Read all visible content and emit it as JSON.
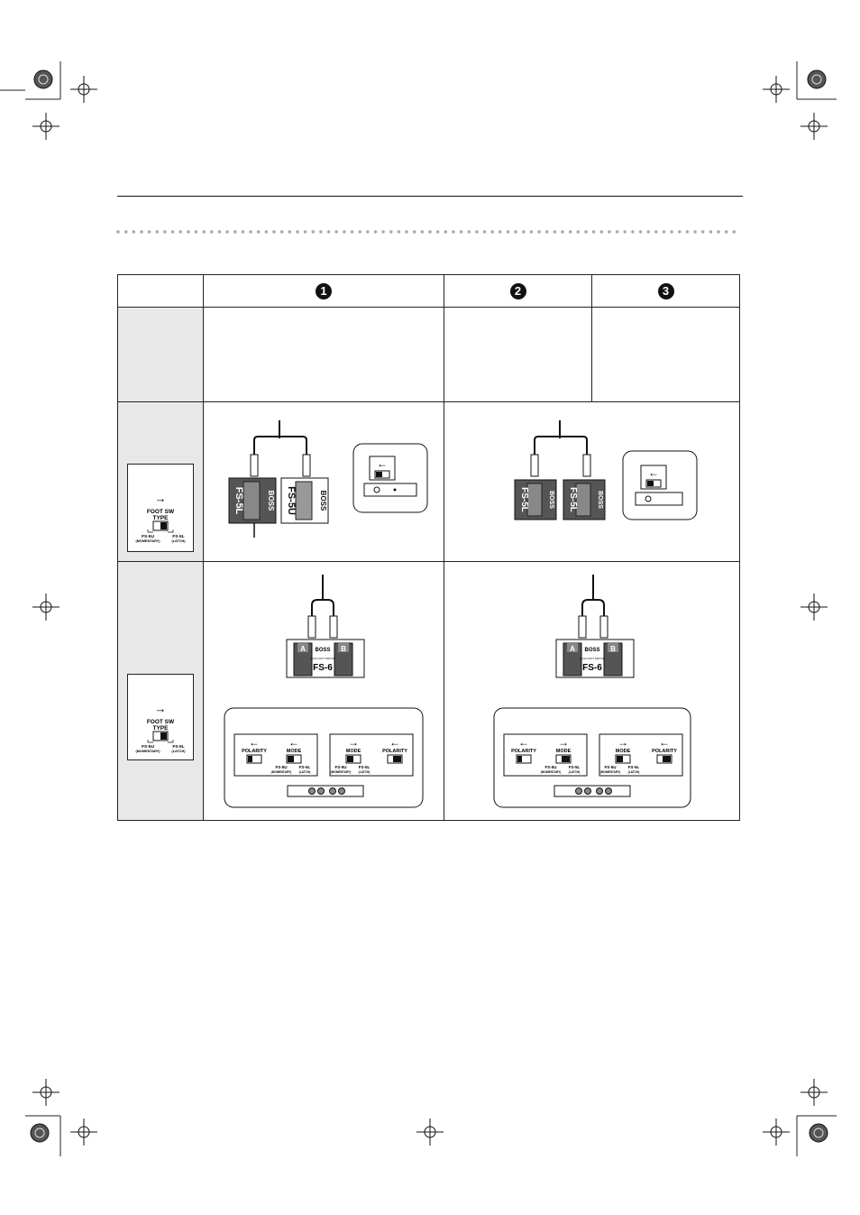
{
  "columns": [
    {
      "number": "1"
    },
    {
      "number": "2"
    },
    {
      "number": "3"
    }
  ],
  "panel": {
    "arrow": "→",
    "title_line1": "FOOT SW",
    "title_line2": "TYPE",
    "left_model": "FS-5U",
    "left_mode": "(MOMENTARY)",
    "right_model": "FS-5L",
    "right_mode": "(LATCH)"
  },
  "row2": {
    "pedal_left_1": "FS-5L",
    "pedal_left_2": "FS-5U",
    "pedal_right_1": "FS-5L",
    "pedal_right_2": "FS-5L",
    "brand": "BOSS",
    "switch_arrow": "←"
  },
  "row3": {
    "fs6_model": "FS-6",
    "fs6_brand": "BOSS",
    "fs6_a": "A",
    "fs6_b": "B",
    "fs6_sub": "DUAL FOOT SWITCH",
    "left": {
      "box1": {
        "arrow1": "←",
        "label1": "POLARITY",
        "arrow2": "←",
        "label2": "MODE",
        "sub1": "FS-5U",
        "sub1b": "(MOMENTARY)",
        "sub2": "FS-5L",
        "sub2b": "(LATCH)"
      },
      "box2": {
        "arrow1": "→",
        "label1": "MODE",
        "arrow2": "←",
        "label2": "POLARITY",
        "sub1": "FS-5U",
        "sub1b": "(MOMENTARY)",
        "sub2": "FS-5L",
        "sub2b": "(LATCH)"
      }
    },
    "right": {
      "box1": {
        "arrow1": "←",
        "label1": "POLARITY",
        "arrow2": "→",
        "label2": "MODE",
        "sub1": "FS-5U",
        "sub1b": "(MOMENTARY)",
        "sub2": "FS-5L",
        "sub2b": "(LATCH)"
      },
      "box2": {
        "arrow1": "→",
        "label1": "MODE",
        "arrow2": "←",
        "label2": "POLARITY",
        "sub1": "FS-5U",
        "sub1b": "(MOMENTARY)",
        "sub2": "FS-5L",
        "sub2b": "(LATCH)"
      }
    }
  }
}
